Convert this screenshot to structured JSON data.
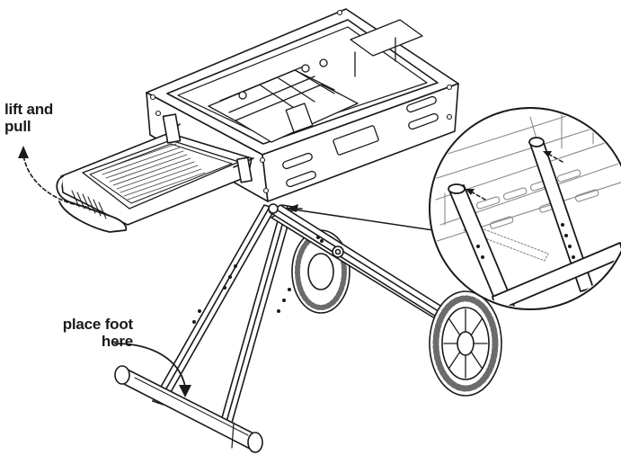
{
  "labels": {
    "lift": {
      "line1": "lift and",
      "line2": "pull"
    },
    "foot": {
      "line1": "place foot",
      "line2": "here"
    }
  },
  "colors": {
    "ink": "#1a1a1a",
    "paper": "#ffffff",
    "tread": "#6b6b6b",
    "detail_ink": "#8a8a8a"
  }
}
